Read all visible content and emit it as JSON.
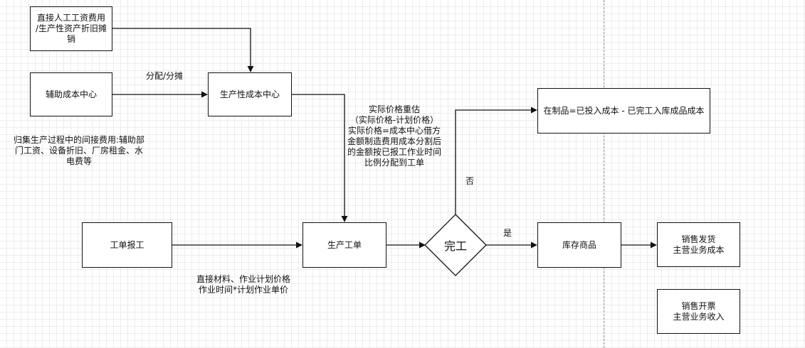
{
  "nodes": {
    "direct_labor": "直接人工工资费用\n/生产性资产折旧摊\n销",
    "aux_center": "辅助成本中心",
    "prod_center": "生产性成本中心",
    "report": "工单报工",
    "work_order": "生产工单",
    "complete": "完工",
    "inventory": "库存商品",
    "wip": "在制品=已投入成本 - 已完工入库成品成本",
    "sales_ship": "销售发货\n主营业务成本",
    "sales_invoice": "销售开票\n主营业务收入"
  },
  "labels": {
    "allocate": "分配/分摊",
    "indirect_costs": "归集生产过程中的间接费用:辅助部\n门工资、设备折旧、厂房租金、水\n电费等",
    "revaluation": "实际价格重估\n（实际价格-计划价格）\n实际价格=成本中心借方\n金额制造费用成本分割后\n的金额按已报工作业时间\n比例分配到工单",
    "direct_material": "直接材料、作业计划价格\n作业时间*计划作业单价",
    "no": "否",
    "yes": "是"
  },
  "colors": {
    "stroke": "#111111",
    "grid": "#e6e6e6"
  }
}
